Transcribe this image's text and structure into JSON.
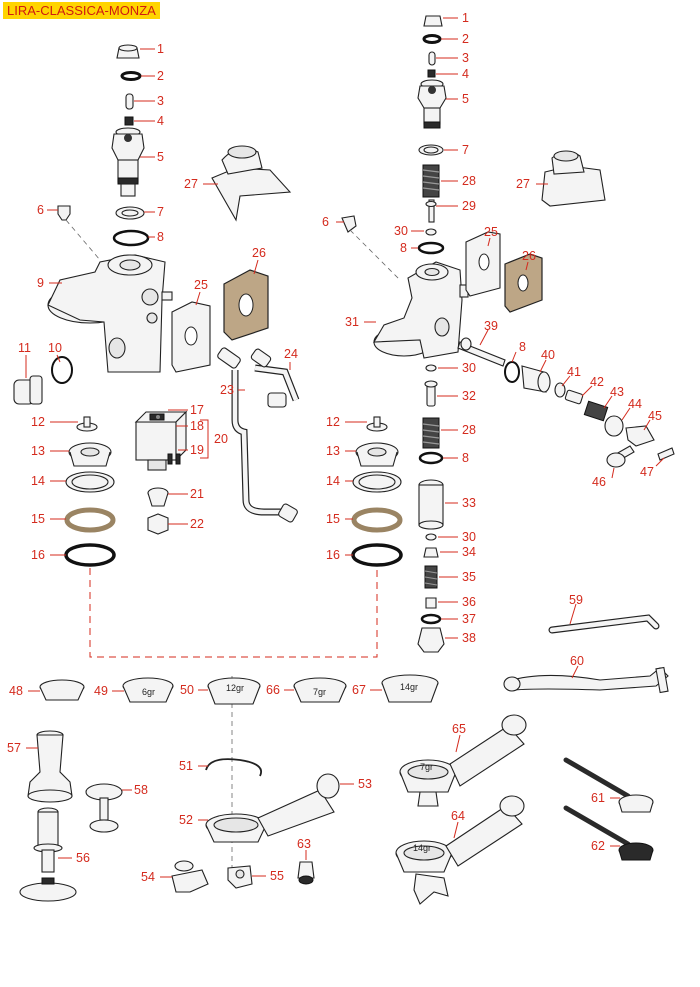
{
  "title": "LIRA-CLASSICA-MONZA",
  "colors": {
    "label": "#d42b1e",
    "title_bg": "#ffd400",
    "title_text": "#d01b10"
  },
  "basket_marks": {
    "b50": "12gr",
    "b49": "6gr",
    "b66": "7gr",
    "b67": "14gr",
    "b65": "7gr",
    "b64": "14gr"
  },
  "labels": {
    "l1": "1",
    "l2": "2",
    "l3": "3",
    "l4": "4",
    "l5": "5",
    "l6": "6",
    "l7": "7",
    "l8": "8",
    "l9": "9",
    "l10": "10",
    "l11": "11",
    "l12": "12",
    "l13": "13",
    "l14": "14",
    "l15": "15",
    "l16": "16",
    "l17": "17",
    "l18": "18",
    "l19": "19",
    "l20": "20",
    "l21": "21",
    "l22": "22",
    "l23": "23",
    "l24": "24",
    "l25": "25",
    "l26": "26",
    "l27": "27",
    "r1": "1",
    "r2": "2",
    "r3": "3",
    "r4": "4",
    "r5": "5",
    "r6": "6",
    "r7": "7",
    "r8a": "8",
    "r8b": "8",
    "r8c": "8",
    "r12": "12",
    "r13": "13",
    "r14": "14",
    "r15": "15",
    "r16": "16",
    "r25": "25",
    "r26": "26",
    "r27": "27",
    "r28a": "28",
    "r28b": "28",
    "r29": "29",
    "r30a": "30",
    "r30b": "30",
    "r30c": "30",
    "r31": "31",
    "r32": "32",
    "r33": "33",
    "r34": "34",
    "r35": "35",
    "r36": "36",
    "r37": "37",
    "r38": "38",
    "r39": "39",
    "r40": "40",
    "r41": "41",
    "r42": "42",
    "r43": "43",
    "r44": "44",
    "r45": "45",
    "r46": "46",
    "r47": "47",
    "b48": "48",
    "b49": "49",
    "b50": "50",
    "b66": "66",
    "b67": "67",
    "b51": "51",
    "b52": "52",
    "b53": "53",
    "b54": "54",
    "b55": "55",
    "b56": "56",
    "b57": "57",
    "b58": "58",
    "b59": "59",
    "b60": "60",
    "b61": "61",
    "b62": "62",
    "b63": "63",
    "b64": "64",
    "b65": "65"
  }
}
